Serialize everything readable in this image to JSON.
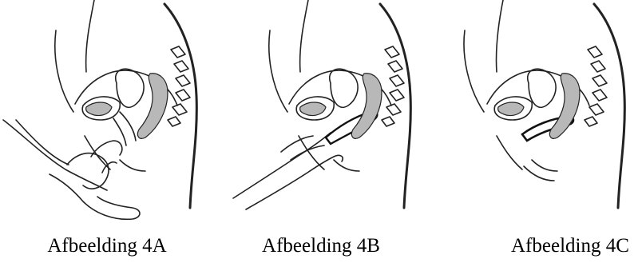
{
  "figures": [
    {
      "caption": "Afbeelding 4A"
    },
    {
      "caption": "Afbeelding 4B"
    },
    {
      "caption": "Afbeelding 4C"
    }
  ],
  "colors": {
    "line": "#222222",
    "organ_fill": "#b8b8b8",
    "device": "#111111"
  }
}
